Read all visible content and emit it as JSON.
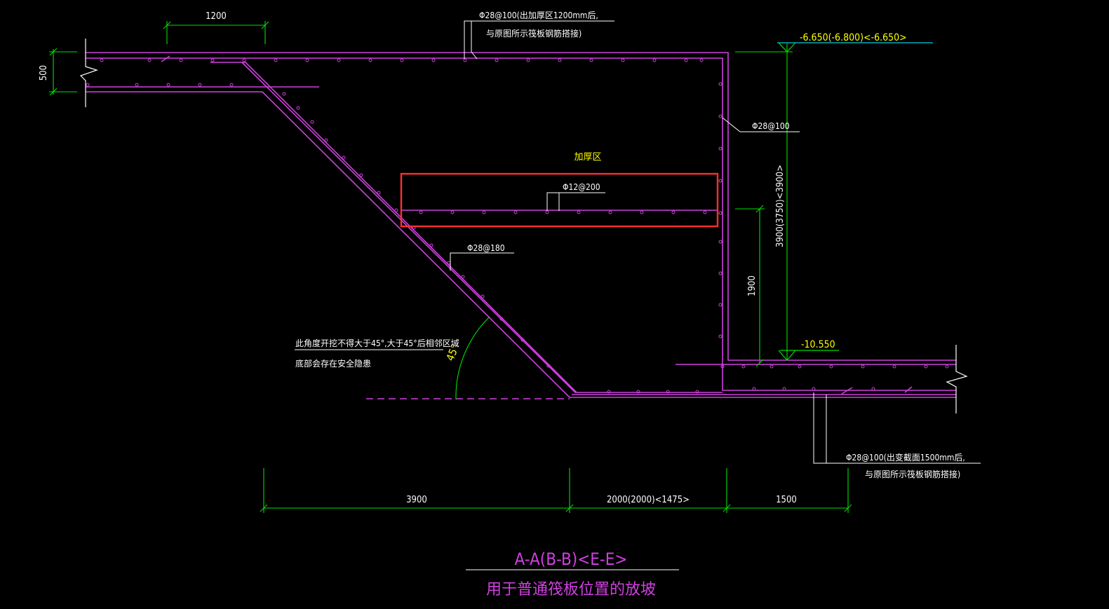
{
  "colors": {
    "background": "#000000",
    "concrete": "#d040e0",
    "dimension": "#00e000",
    "text": "#ffffff",
    "elevation_text": "#ffff00",
    "elevation_line": "#00ccdd",
    "highlight": "#ff3030"
  },
  "dimensions": {
    "top_width": "1200",
    "thickness": "500",
    "bottom_slope": "3900",
    "bottom_middle": "2000(2000)<1475>",
    "bottom_right": "1500",
    "height_total": "3900(3750)<3900>",
    "height_rebar": "1900",
    "angle": "45°"
  },
  "elevations": {
    "top": "-6.650(-6.800)<-6.650>",
    "bottom": "-10.550"
  },
  "labels": {
    "thickened_zone": "加厚区",
    "rebar_top_line1": "Φ28@100(出加厚区1200mm后,",
    "rebar_top_line2": "与原图所示筏板钢筋搭接)",
    "rebar_wall": "Φ28@100",
    "rebar_mid": "Φ12@200",
    "rebar_slope": "Φ28@180",
    "rebar_bottom_line1": "Φ28@100(出变截面1500mm后,",
    "rebar_bottom_line2": "与原图所示筏板钢筋搭接)",
    "slope_note_line1": "此角度开挖不得大于45°,大于45°后相邻区域",
    "slope_note_line2": "底部会存在安全隐患"
  },
  "title": {
    "section": "A-A(B-B)<E-E>",
    "subtitle": "用于普通筏板位置的放坡"
  }
}
